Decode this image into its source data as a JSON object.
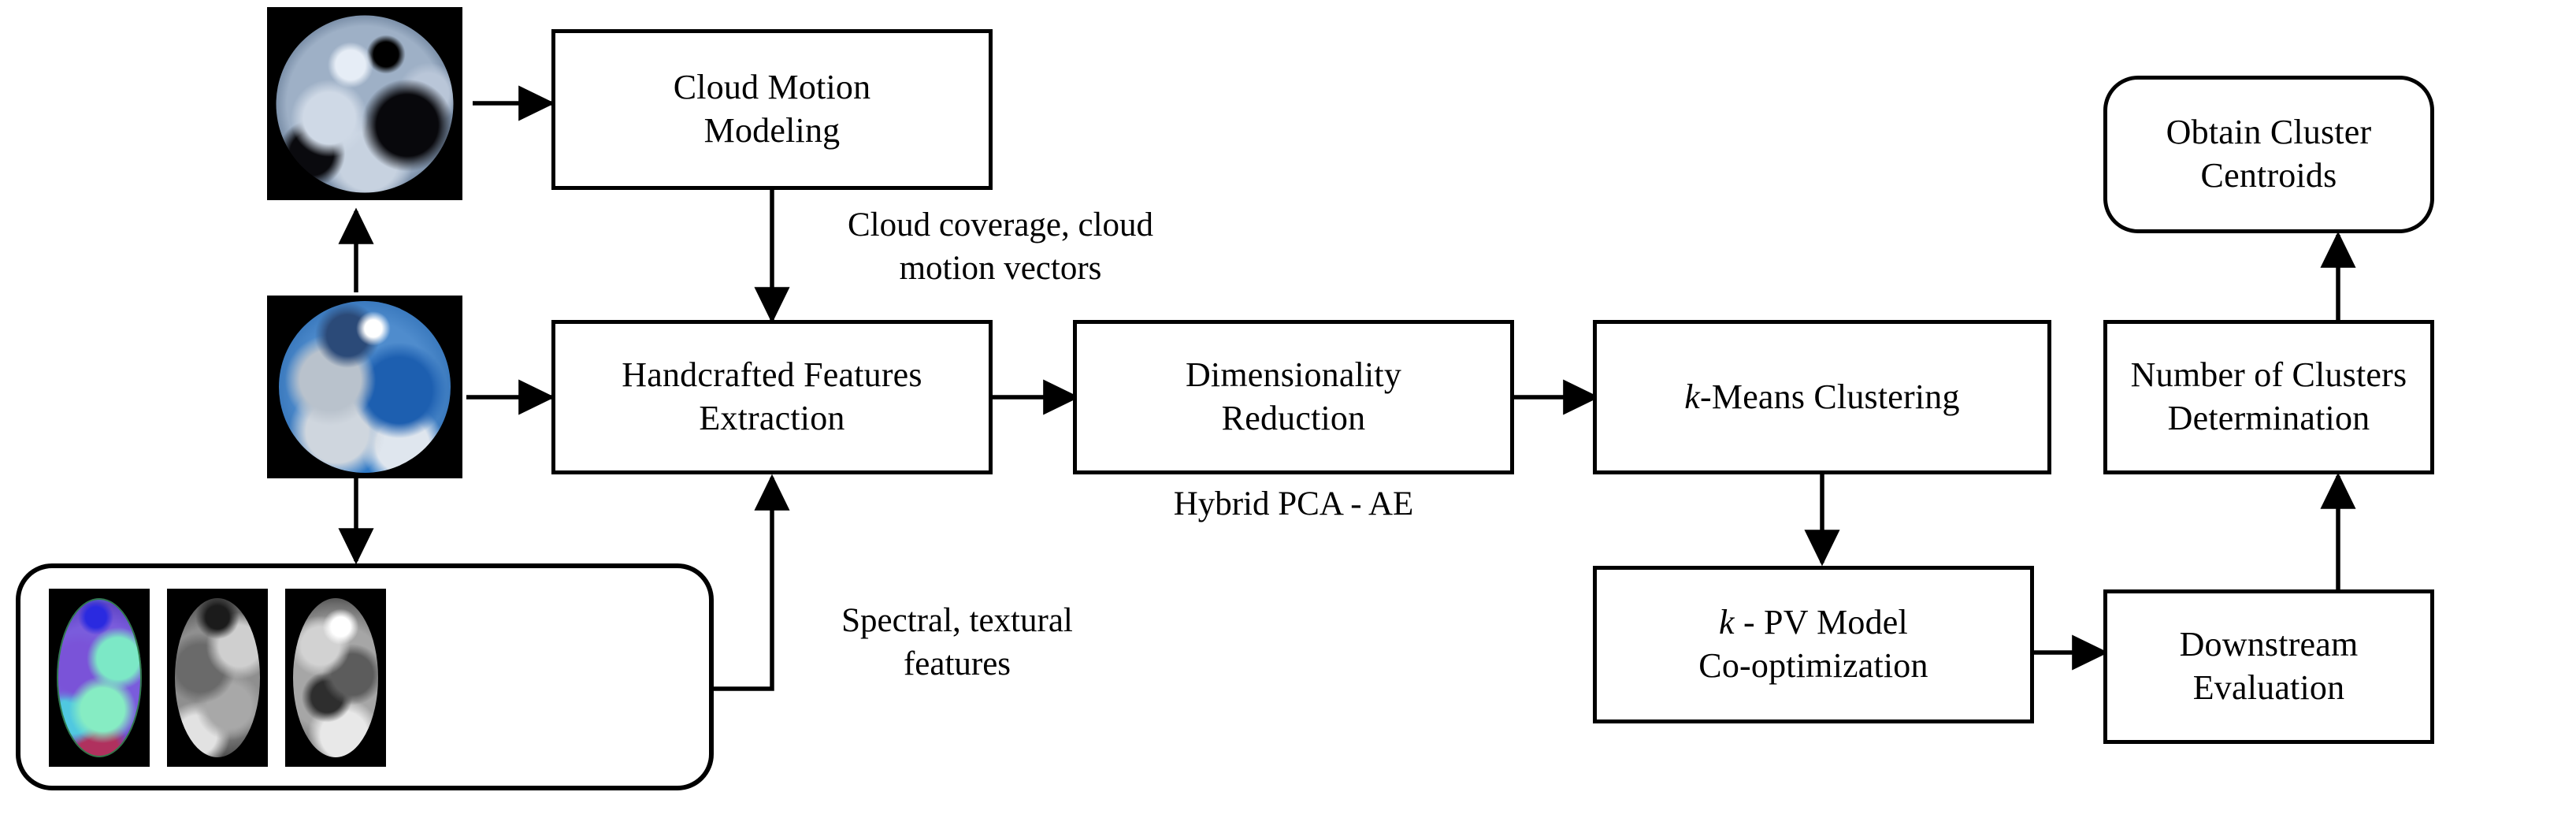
{
  "diagram": {
    "title": "Cloud image feature extraction and k-Means clustering pipeline",
    "line_color": "#000000",
    "box_fill": "#ffffff"
  },
  "nodes": [
    {
      "id": "cloud_motion_modeling",
      "label": "Cloud Motion\nModeling",
      "shape": "rect"
    },
    {
      "id": "handcrafted_features_extraction",
      "label": "Handcrafted Features\nExtraction",
      "shape": "rect"
    },
    {
      "id": "dimensionality_reduction",
      "label": "Dimensionality\nReduction",
      "shape": "rect"
    },
    {
      "id": "k_means_clustering",
      "label": "k-Means Clustering",
      "shape": "rect",
      "italic_prefix": "k"
    },
    {
      "id": "k_pv_model_co_optimization",
      "label": "k - PV Model\nCo-optimization",
      "shape": "rect",
      "italic_prefix": "k"
    },
    {
      "id": "downstream_evaluation",
      "label": "Downstream\nEvaluation",
      "shape": "rect"
    },
    {
      "id": "number_of_clusters_determination",
      "label": "Number of Clusters\nDetermination",
      "shape": "rect"
    },
    {
      "id": "obtain_cluster_centroids",
      "label": "Obtain Cluster\nCentroids",
      "shape": "rounded-rect"
    }
  ],
  "node_labels": {
    "cloud_motion_line1": "Cloud Motion",
    "cloud_motion_line2": "Modeling",
    "handcrafted_line1": "Handcrafted Features",
    "handcrafted_line2": "Extraction",
    "dimred_line1": "Dimensionality",
    "dimred_line2": "Reduction",
    "kmeans_k": "k",
    "kmeans_rest": "-Means Clustering",
    "kpv_k": "k",
    "kpv_rest": " - PV Model",
    "kpv_line2": "Co-optimization",
    "downstream_line1": "Downstream",
    "downstream_line2": "Evaluation",
    "numclusters_line1": "Number of Clusters",
    "numclusters_line2": "Determination",
    "centroids_line1": "Obtain Cluster",
    "centroids_line2": "Centroids"
  },
  "captions": [
    {
      "id": "cloud_coverage_caption",
      "text": "Cloud coverage, cloud\nmotion vectors"
    },
    {
      "id": "hybrid_pca_ae_caption",
      "text": "Hybrid PCA - AE"
    },
    {
      "id": "spectral_textural_caption",
      "text": "Spectral, textural\nfeatures"
    }
  ],
  "caption_text": {
    "cloud_coverage": "Cloud coverage, cloud\nmotion vectors",
    "hybrid_pca_ae": "Hybrid PCA - AE",
    "spectral_textural": "Spectral, textural\nfeatures"
  },
  "images": [
    {
      "id": "cloud_mask_image",
      "alt": "binary cloud-mask all-sky image",
      "type": "fisheye-cloud-mask"
    },
    {
      "id": "sky_camera_image",
      "alt": "colour all-sky camera image",
      "type": "fisheye-rgb-sky"
    },
    {
      "id": "feature_map_color",
      "alt": "pseudo-colour feature map",
      "type": "feature-map-color"
    },
    {
      "id": "feature_map_gray_1",
      "alt": "grayscale feature map 1",
      "type": "feature-map-gray"
    },
    {
      "id": "feature_map_gray_2",
      "alt": "grayscale feature map 2",
      "type": "feature-map-gray"
    }
  ],
  "edges": [
    {
      "from": "cloud_mask_image",
      "to": "cloud_motion_modeling",
      "dir": "right"
    },
    {
      "from": "sky_camera_image",
      "to": "cloud_mask_image",
      "dir": "up"
    },
    {
      "from": "sky_camera_image",
      "to": "feature_maps_group",
      "dir": "down"
    },
    {
      "from": "sky_camera_image",
      "to": "handcrafted_features_extraction",
      "dir": "right"
    },
    {
      "from": "cloud_motion_modeling",
      "to": "handcrafted_features_extraction",
      "dir": "down",
      "label": "Cloud coverage, cloud motion vectors"
    },
    {
      "from": "feature_maps_group",
      "to": "handcrafted_features_extraction",
      "dir": "up",
      "label": "Spectral, textural features"
    },
    {
      "from": "handcrafted_features_extraction",
      "to": "dimensionality_reduction",
      "dir": "right",
      "label": "Hybrid PCA - AE"
    },
    {
      "from": "dimensionality_reduction",
      "to": "k_means_clustering",
      "dir": "right"
    },
    {
      "from": "k_means_clustering",
      "to": "k_pv_model_co_optimization",
      "dir": "down"
    },
    {
      "from": "k_pv_model_co_optimization",
      "to": "downstream_evaluation",
      "dir": "right"
    },
    {
      "from": "downstream_evaluation",
      "to": "number_of_clusters_determination",
      "dir": "up"
    },
    {
      "from": "number_of_clusters_determination",
      "to": "obtain_cluster_centroids",
      "dir": "up"
    }
  ]
}
